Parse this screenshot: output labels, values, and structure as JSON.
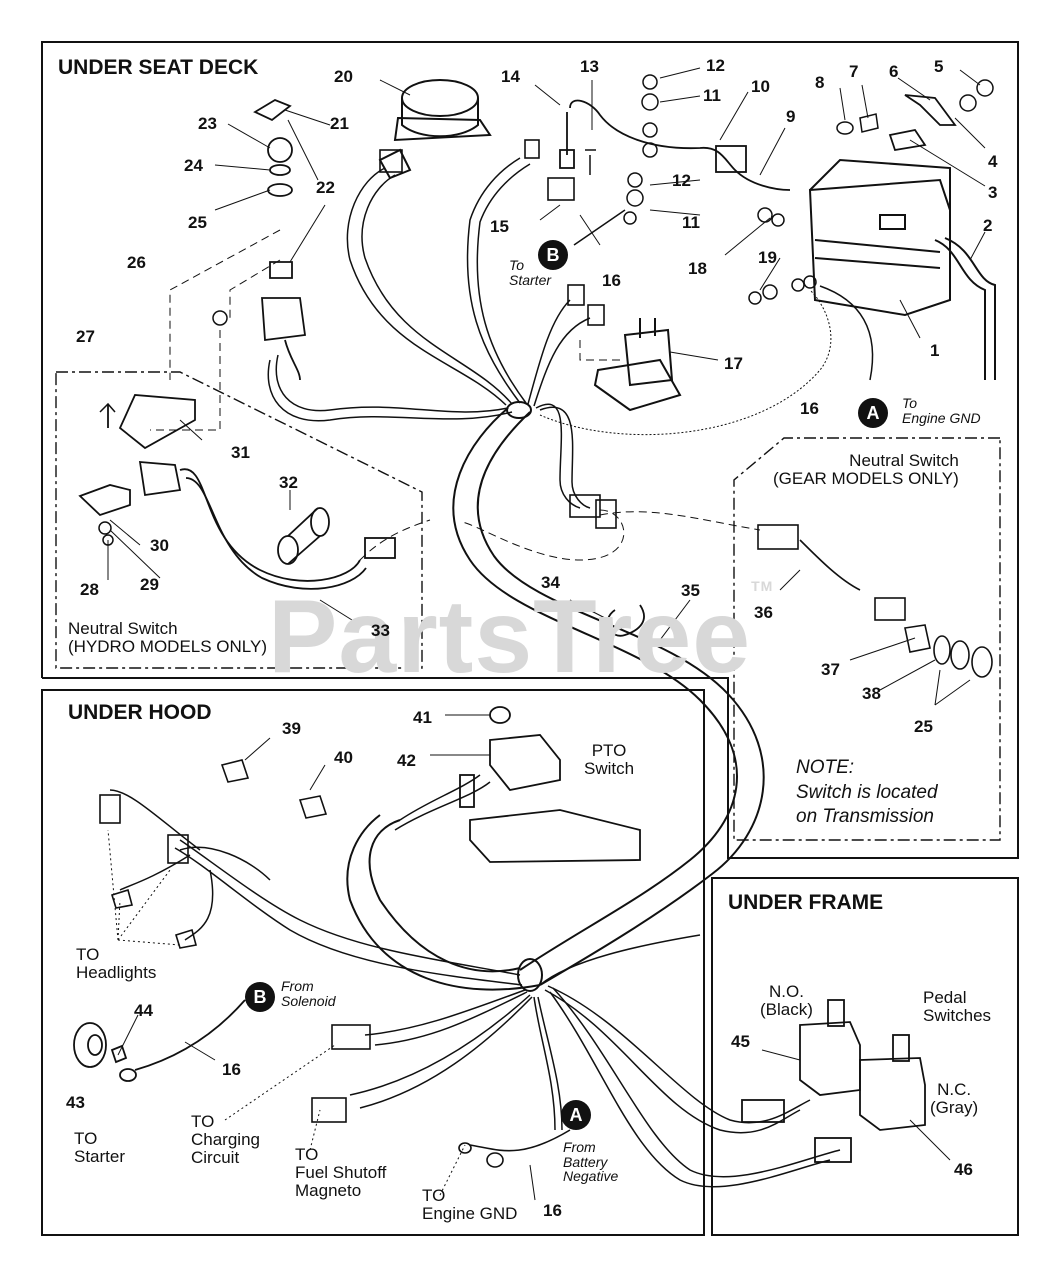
{
  "watermark": "PartsTree",
  "watermark_mark": "TM",
  "sections": {
    "under_seat_deck": "UNDER SEAT DECK",
    "under_hood": "UNDER HOOD",
    "under_frame": "UNDER FRAME"
  },
  "labels": {
    "neutral_gear": "Neutral Switch\n(GEAR MODELS ONLY)",
    "neutral_hydro": "Neutral Switch\n(HYDRO MODELS ONLY)",
    "to_starter_b": "To\nStarter",
    "to_engine_gnd_a": "To\nEngine GND",
    "pto_switch": "PTO\nSwitch",
    "note": "NOTE:\nSwitch is located\non Transmission",
    "to_headlights": "TO\nHeadlights",
    "from_solenoid": "From\nSolenoid",
    "to_starter": "TO\nStarter",
    "to_charging": "TO\nCharging\nCircuit",
    "to_fuel": "TO\nFuel Shutoff\nMagneto",
    "to_engine_gnd": "TO\nEngine GND",
    "from_battery": "From\nBattery\nNegative",
    "no_black": "N.O.\n(Black)",
    "pedal_switches": "Pedal\nSwitches",
    "nc_gray": "N.C.\n(Gray)"
  },
  "callouts": {
    "a": "A",
    "b": "B"
  },
  "part_numbers": [
    "1",
    "2",
    "3",
    "4",
    "5",
    "6",
    "7",
    "8",
    "9",
    "10",
    "11",
    "12",
    "13",
    "14",
    "15",
    "16",
    "17",
    "18",
    "19",
    "20",
    "21",
    "22",
    "23",
    "24",
    "25",
    "26",
    "27",
    "28",
    "29",
    "30",
    "31",
    "32",
    "33",
    "34",
    "35",
    "36",
    "37",
    "38",
    "39",
    "40",
    "41",
    "42",
    "43",
    "44",
    "45",
    "46"
  ],
  "extra_numbers": {
    "n11b": "11",
    "n12b": "12",
    "n16b": "16",
    "n16c": "16",
    "n16d": "16",
    "n25b": "25"
  }
}
